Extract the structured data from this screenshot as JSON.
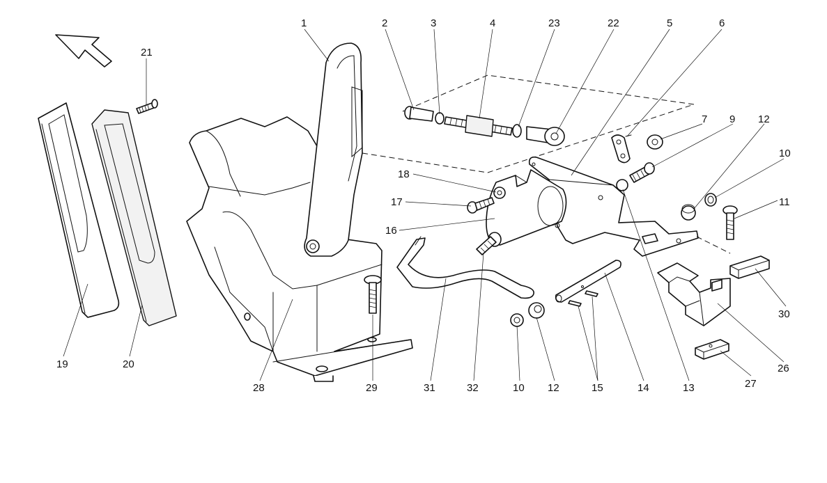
{
  "callouts": {
    "c1": "1",
    "c2": "2",
    "c3": "3",
    "c4": "4",
    "c5": "5",
    "c6": "6",
    "c7": "7",
    "c9": "9",
    "c10a": "10",
    "c10b": "10",
    "c11": "11",
    "c12a": "12",
    "c12b": "12",
    "c13": "13",
    "c14": "14",
    "c15": "15",
    "c16": "16",
    "c17": "17",
    "c18": "18",
    "c19": "19",
    "c20": "20",
    "c21": "21",
    "c22": "22",
    "c23": "23",
    "c26": "26",
    "c27": "27",
    "c28": "28",
    "c29": "29",
    "c30": "30",
    "c31": "31",
    "c32": "32"
  },
  "icons": {
    "direction": "arrow-icon"
  },
  "colors": {
    "line": "#111111",
    "background": "#ffffff"
  }
}
